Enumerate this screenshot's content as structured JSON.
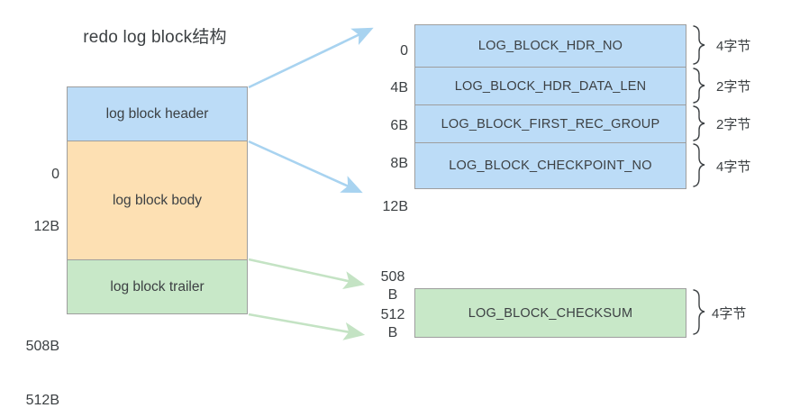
{
  "diagram": {
    "title": "redo log block结构",
    "colors": {
      "header_fill": "#bcdcf7",
      "body_fill": "#fde0b3",
      "trailer_fill": "#c8e8c8",
      "border": "#9e9e9e",
      "blue_arrow": "#a8d3f0",
      "green_arrow": "#c4e3c4",
      "text": "#3c4043"
    },
    "main_block": {
      "segments": [
        {
          "label": "log block header",
          "fill_name": "blue"
        },
        {
          "label": "log block body",
          "fill_name": "orange"
        },
        {
          "label": "log block trailer",
          "fill_name": "green"
        }
      ],
      "offsets": [
        "0",
        "12B",
        "508B",
        "512B"
      ]
    },
    "header_detail": {
      "offsets": [
        "0",
        "4B",
        "6B",
        "8B",
        "12B"
      ],
      "fields": [
        {
          "name": "LOG_BLOCK_HDR_NO",
          "size": "4字节"
        },
        {
          "name": "LOG_BLOCK_HDR_DATA_LEN",
          "size": "2字节"
        },
        {
          "name": "LOG_BLOCK_FIRST_REC_GROUP",
          "size": "2字节"
        },
        {
          "name": "LOG_BLOCK_CHECKPOINT_NO",
          "size": "4字节"
        }
      ]
    },
    "trailer_detail": {
      "offset_start": "508\nB",
      "offset_start_line1": "508",
      "offset_start_line2": "B",
      "offset_end_line1": "512",
      "offset_end_line2": "B",
      "fields": [
        {
          "name": "LOG_BLOCK_CHECKSUM",
          "size": "4字节"
        }
      ]
    }
  }
}
